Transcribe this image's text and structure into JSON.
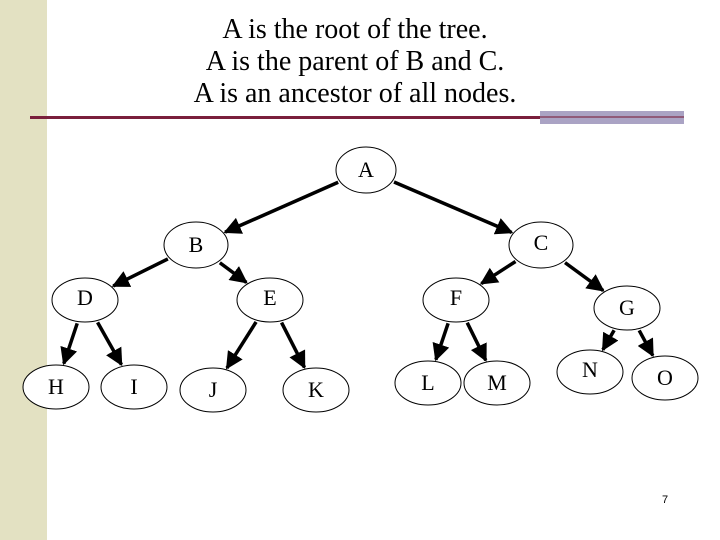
{
  "slide": {
    "title_lines": [
      "A is the root of the tree.",
      "A is the parent of B and C.",
      "A is an ancestor of all nodes."
    ],
    "page_number": "7"
  },
  "tree": {
    "nodes": [
      {
        "id": "A",
        "label": "A"
      },
      {
        "id": "B",
        "label": "B"
      },
      {
        "id": "C",
        "label": "C"
      },
      {
        "id": "D",
        "label": "D"
      },
      {
        "id": "E",
        "label": "E"
      },
      {
        "id": "F",
        "label": "F"
      },
      {
        "id": "G",
        "label": "G"
      },
      {
        "id": "H",
        "label": "H"
      },
      {
        "id": "I",
        "label": "I"
      },
      {
        "id": "J",
        "label": "J"
      },
      {
        "id": "K",
        "label": "K"
      },
      {
        "id": "L",
        "label": "L"
      },
      {
        "id": "M",
        "label": "M"
      },
      {
        "id": "N",
        "label": "N"
      },
      {
        "id": "O",
        "label": "O"
      }
    ],
    "edges": [
      [
        "A",
        "B"
      ],
      [
        "A",
        "C"
      ],
      [
        "B",
        "D"
      ],
      [
        "B",
        "E"
      ],
      [
        "C",
        "F"
      ],
      [
        "C",
        "G"
      ],
      [
        "D",
        "H"
      ],
      [
        "D",
        "I"
      ],
      [
        "E",
        "J"
      ],
      [
        "E",
        "K"
      ],
      [
        "F",
        "L"
      ],
      [
        "F",
        "M"
      ],
      [
        "G",
        "N"
      ],
      [
        "G",
        "O"
      ]
    ]
  },
  "colors": {
    "node_fill": "#ffffff",
    "node_stroke": "#000000",
    "edge": "#000000",
    "sidebar": "#e3e1c2",
    "rule": "#7a1f3c",
    "rule_accent": "#aaa3c4"
  }
}
